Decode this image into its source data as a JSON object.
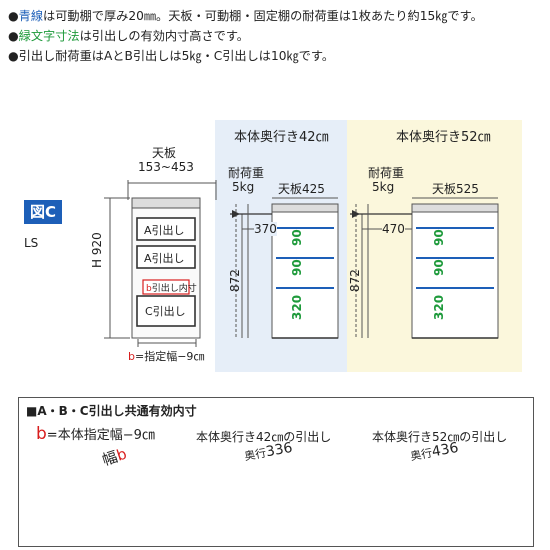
{
  "notes": {
    "line1_bullet": "●",
    "line1_blue": "青線",
    "line1_rest": "は可動棚で厚み20㎜。天板・可動棚・固定棚の耐荷重は1枚あたり約15㎏です。",
    "line2_bullet": "●",
    "line2_green": "緑文字寸法",
    "line2_rest": "は引出しの有効内寸高さです。",
    "line3": "●引出し耐荷重はAとB引出しは5㎏・C引出しは10㎏です。"
  },
  "figure": {
    "label": "図C",
    "sub": "LS",
    "front": {
      "tenban_label": "天板",
      "tenban_range": "153~453",
      "height_label": "H 920",
      "drawer_a1": "A引出し",
      "drawer_a2": "A引出し",
      "drawer_b_prefix": "b",
      "drawer_b_text": "引出し内寸",
      "drawer_c": "C引出し",
      "width_note_b": "b",
      "width_note_rest": "=指定幅−9㎝"
    },
    "depth42": {
      "title": "本体奥行き42㎝",
      "load_label": "耐荷重",
      "load_value": "5kg",
      "tenban": "天板425",
      "depth_dim": "370",
      "height_dim": "872",
      "h1": "90",
      "h2": "90",
      "h3": "320"
    },
    "depth52": {
      "title": "本体奥行き52㎝",
      "load_label": "耐荷重",
      "load_value": "5kg",
      "tenban": "天板525",
      "depth_dim": "470",
      "height_dim": "872",
      "h1": "90",
      "h2": "90",
      "h3": "320"
    }
  },
  "bottom": {
    "title": "■A・B・C引出し共通有効内寸",
    "b_prefix": "b",
    "b_rest": "=本体指定幅−9㎝",
    "d42_title": "本体奥行き42㎝の引出し",
    "d52_title": "本体奥行き52㎝の引出し",
    "width_label": "幅",
    "width_b": "b",
    "depth42_label": "奥行",
    "depth42_value": "336",
    "depth52_label": "奥行",
    "depth52_value": "436"
  },
  "colors": {
    "blue": "#1d5fb8",
    "green": "#1e9a3b",
    "red": "#d81e1e"
  }
}
